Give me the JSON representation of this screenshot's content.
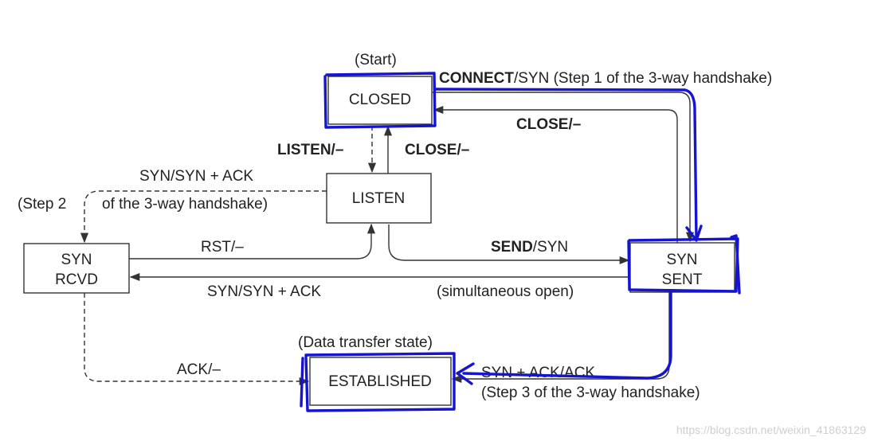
{
  "annotation_color": "#1414d2",
  "states": {
    "closed": "CLOSED",
    "listen": "LISTEN",
    "syn_rcvd_1": "SYN",
    "syn_rcvd_2": "RCVD",
    "syn_sent_1": "SYN",
    "syn_sent_2": "SENT",
    "established": "ESTABLISHED"
  },
  "notes": {
    "start": "(Start)",
    "data_transfer": "(Data transfer state)"
  },
  "transitions": {
    "connect_bold": "CONNECT",
    "connect_rest": "/SYN (Step 1 of the 3-way handshake)",
    "close_right": "CLOSE/–",
    "listen_bold": "LISTEN/–",
    "close_center": "CLOSE/–",
    "syn_synack_top": "SYN/SYN + ACK",
    "step2_a": "(Step 2",
    "step2_b": "of the 3-way handshake)",
    "rst": "RST/–",
    "send_bold": "SEND",
    "send_rest": "/SYN",
    "syn_synack_mid": "SYN/SYN + ACK",
    "simultaneous": "(simultaneous open)",
    "ack": "ACK/–",
    "synack_ack": "SYN + ACK/ACK",
    "step3": "(Step 3 of the 3-way handshake)"
  },
  "watermark": "https://blog.csdn.net/weixin_41863129"
}
